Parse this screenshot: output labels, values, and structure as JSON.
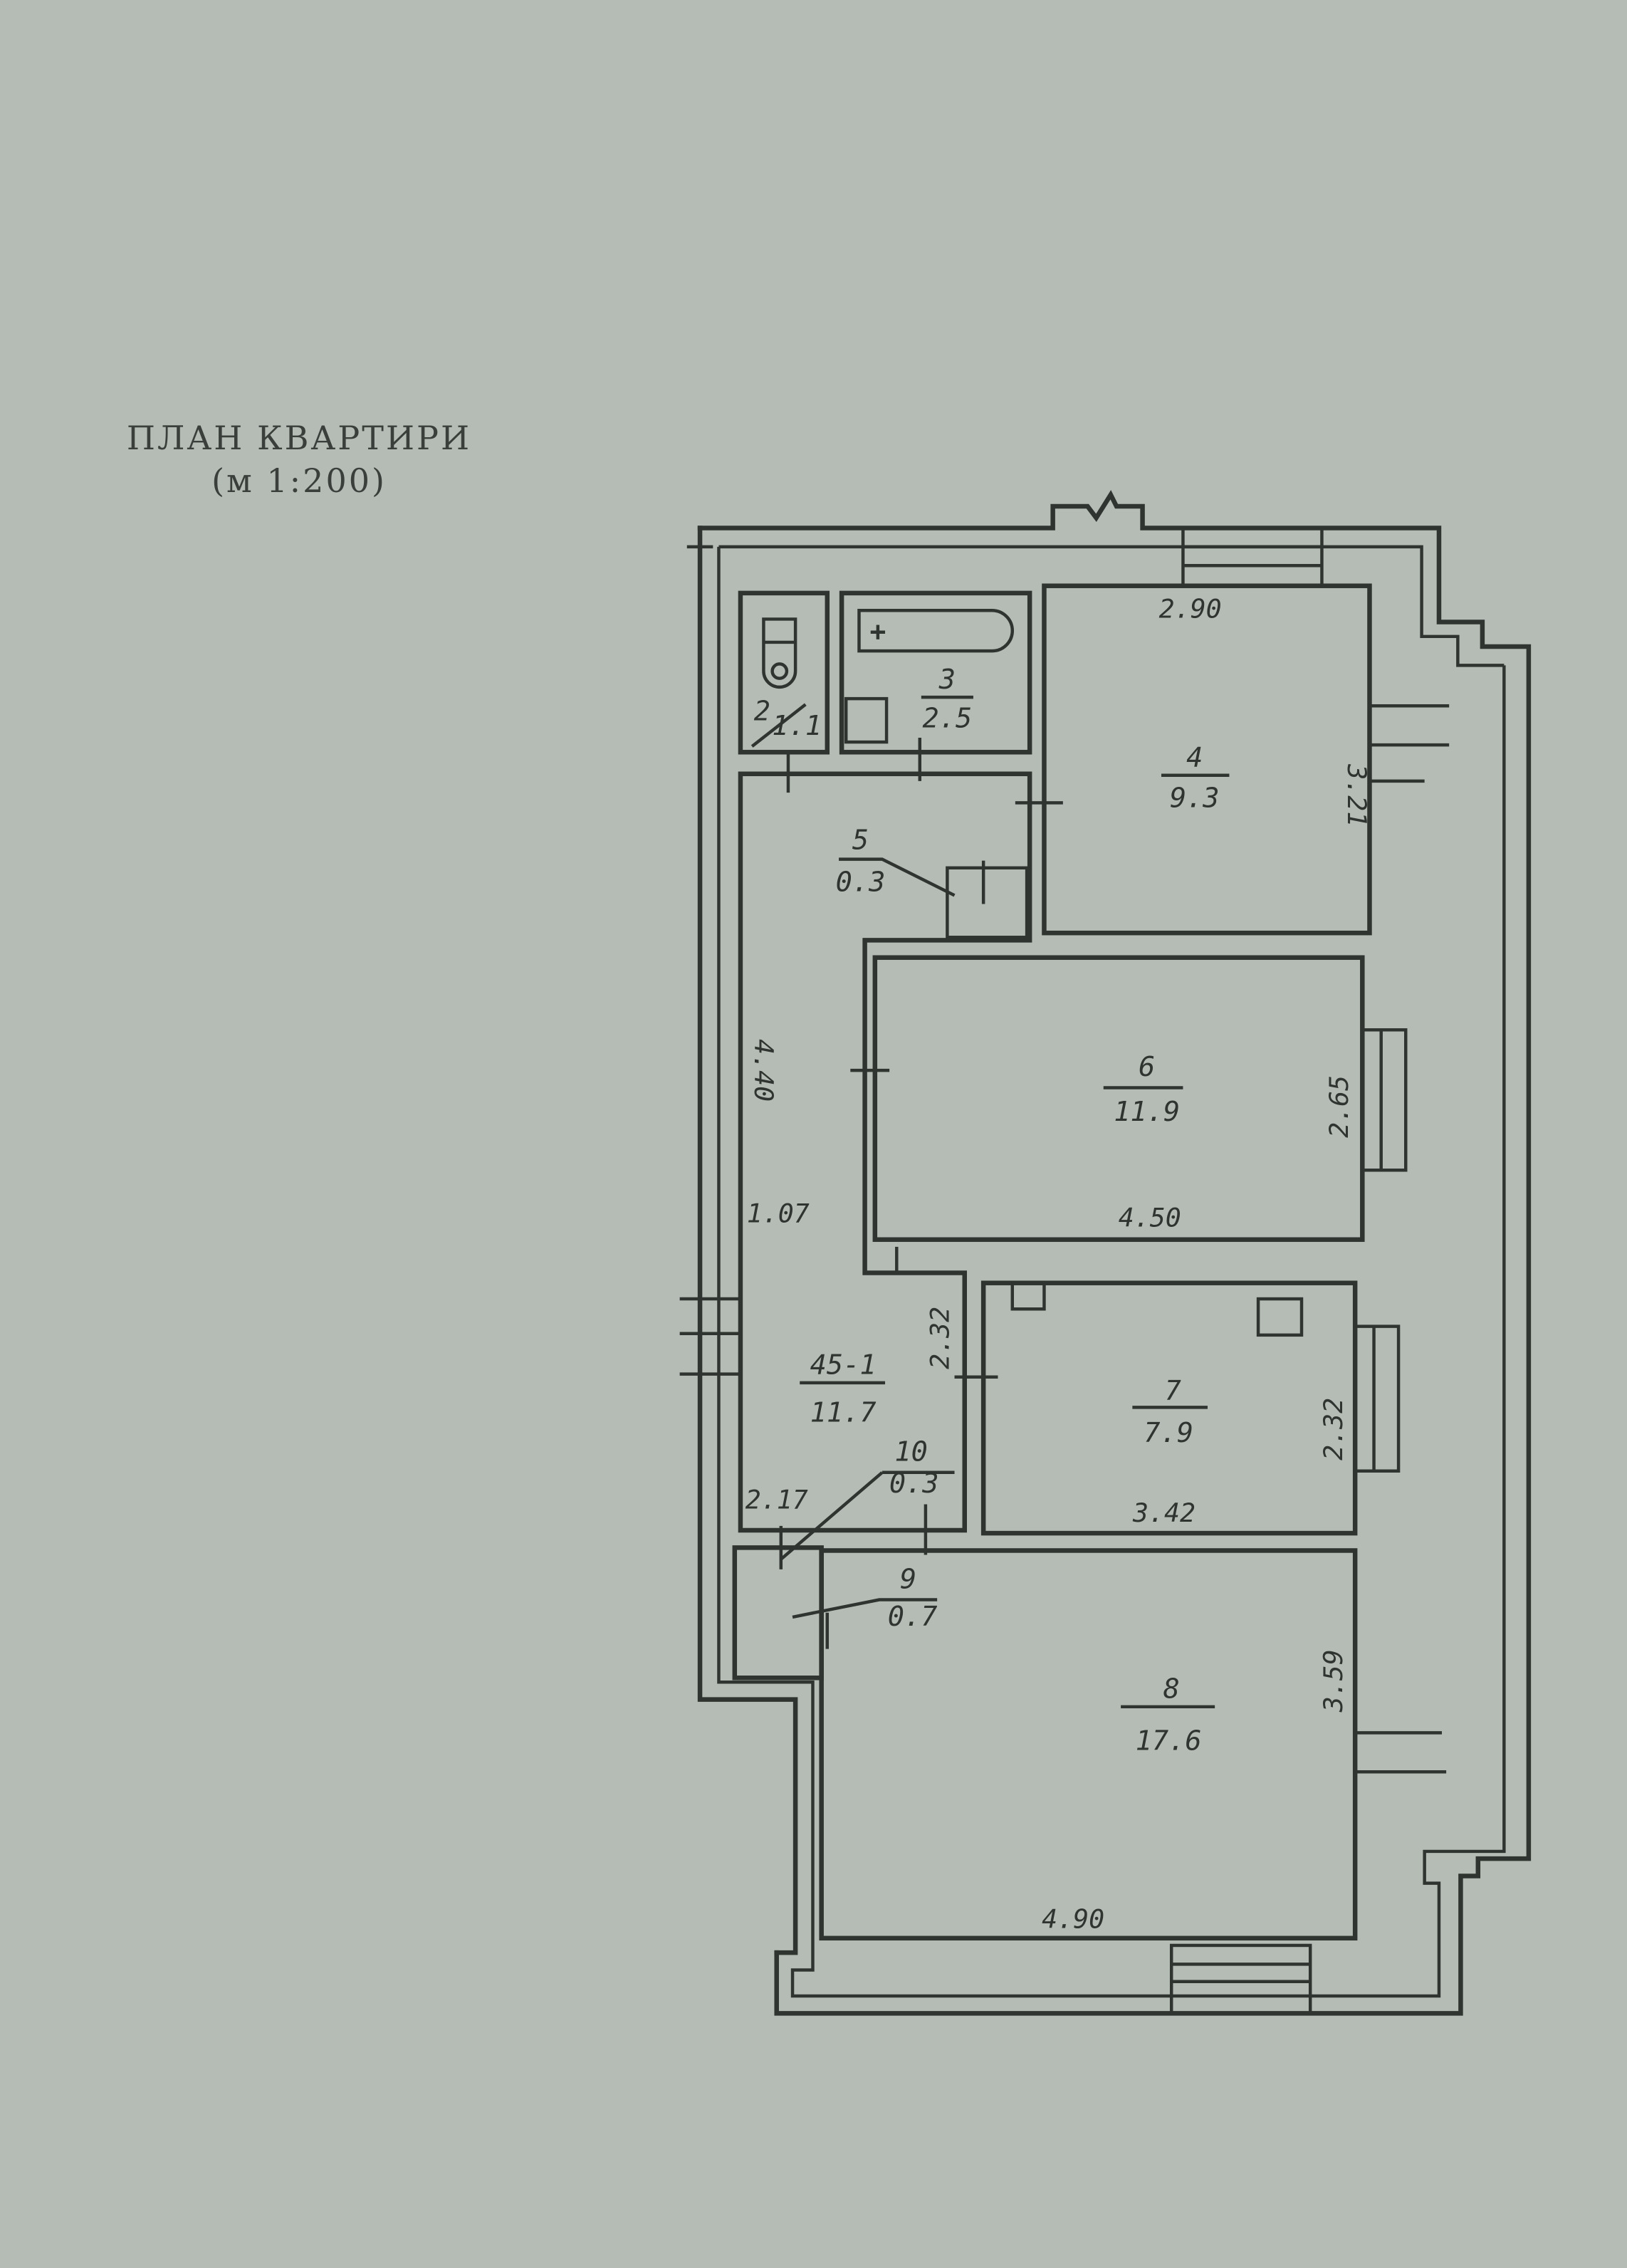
{
  "header": {
    "title": "ПЛАН КВАРТИРИ",
    "scale": "(м  1:200)"
  },
  "rooms": [
    {
      "number": "2",
      "area": "1.1"
    },
    {
      "number": "3",
      "area": "2.5"
    },
    {
      "number": "4",
      "area": "9.3"
    },
    {
      "number": "5",
      "area": "0.3"
    },
    {
      "number": "6",
      "area": "11.9"
    },
    {
      "number": "45-1",
      "area": "11.7"
    },
    {
      "number": "7",
      "area": "7.9"
    },
    {
      "number": "10",
      "area": "0.3"
    },
    {
      "number": "9",
      "area": "0.7"
    },
    {
      "number": "8",
      "area": "17.6"
    }
  ],
  "dimensions": {
    "room4_width": "2.90",
    "room4_length": "3.21",
    "hall_length": "4.40",
    "hall_width": "1.07",
    "room6_height": "2.65",
    "room6_width": "4.50",
    "room45_height": "2.32",
    "room45_width": "2.17",
    "room7_height": "2.32",
    "room7_width": "3.42",
    "room8_height": "3.59",
    "room8_width": "4.90"
  }
}
